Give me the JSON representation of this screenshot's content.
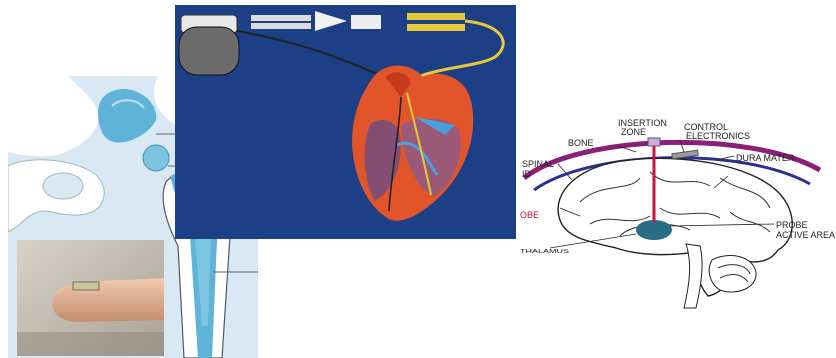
{
  "brain_labels": {
    "insertion_zone_1": "INSERTION",
    "insertion_zone_2": "ZONE",
    "control_1": "CONTROL",
    "control_2": "ELECTRONICS",
    "bone": "BONE",
    "spinal_1": "SPINAL",
    "spinal_2": "ID",
    "dura": "DURA MATER",
    "probe_left": "OBE",
    "thalamus": "THALAMUS",
    "probe_right_1": "PROBE",
    "probe_right_2": "ACTIVE AREA"
  },
  "colors": {
    "hip_bg": "#d9e8f3",
    "implant": "#5fb3d6",
    "heart_bg": "#1d3f86",
    "heart": "#e2552a",
    "bone_arc": "#8a1f78",
    "dura_arc": "#2b2f8f",
    "probe": "#d0103a"
  }
}
